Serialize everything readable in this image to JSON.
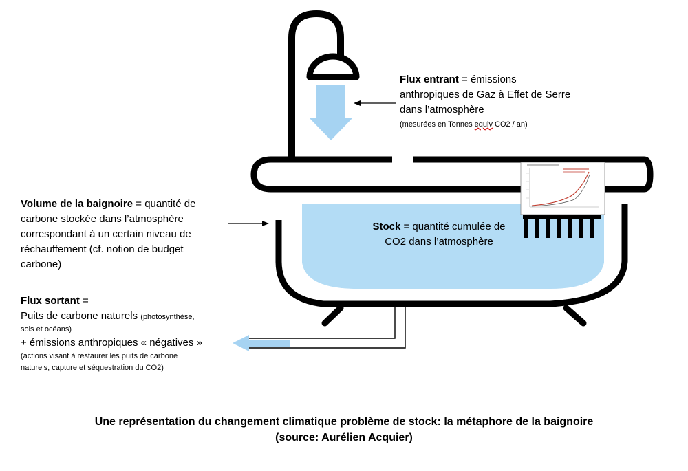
{
  "inflow": {
    "bold": "Flux entrant",
    "line1": " = émissions",
    "line2": "anthropiques de Gaz à Effet de Serre",
    "line3": "dans l’atmosphère",
    "note_a": "(mesurées en Tonnes ",
    "note_b": "equiv",
    "note_c": " CO2 / an)"
  },
  "volume": {
    "bold": "Volume de la baignoire",
    "line1": " = quantité de",
    "line2": "carbone stockée dans l’atmosphère",
    "line3": "correspondant à un certain niveau de",
    "line4": "réchauffement (cf. notion de budget",
    "line5": "carbone)"
  },
  "stock": {
    "bold": "Stock",
    "line1": " = quantité cumulée de",
    "line2": "CO2 dans l’atmosphère"
  },
  "outflow": {
    "bold": "Flux sortant",
    "line1": " =",
    "line2a": "Puits de carbone naturels ",
    "line2b": "(photosynthèse,",
    "line3": "sols et océans)",
    "line4": "+ émissions anthropiques « négatives »",
    "line5": "(actions visant à restaurer les puits de carbone",
    "line6": "naturels, capture et séquestration du CO2)"
  },
  "caption": {
    "line1": "Une représentation du changement climatique problème de stock: la métaphore de la baignoire",
    "line2": "(source: Aurélien Acquier)"
  },
  "colors": {
    "water": "#b3dcf5",
    "arrow": "#a6d3f2",
    "tub_outline": "#000000",
    "inset_curve": "#c0392b",
    "spellcheck_underline": "#d00000"
  },
  "icons": [
    "faucet-icon",
    "bathtub-icon",
    "drain-pipe-icon",
    "inflow-arrow-icon",
    "outflow-arrow-icon",
    "inset-chart-icon"
  ]
}
